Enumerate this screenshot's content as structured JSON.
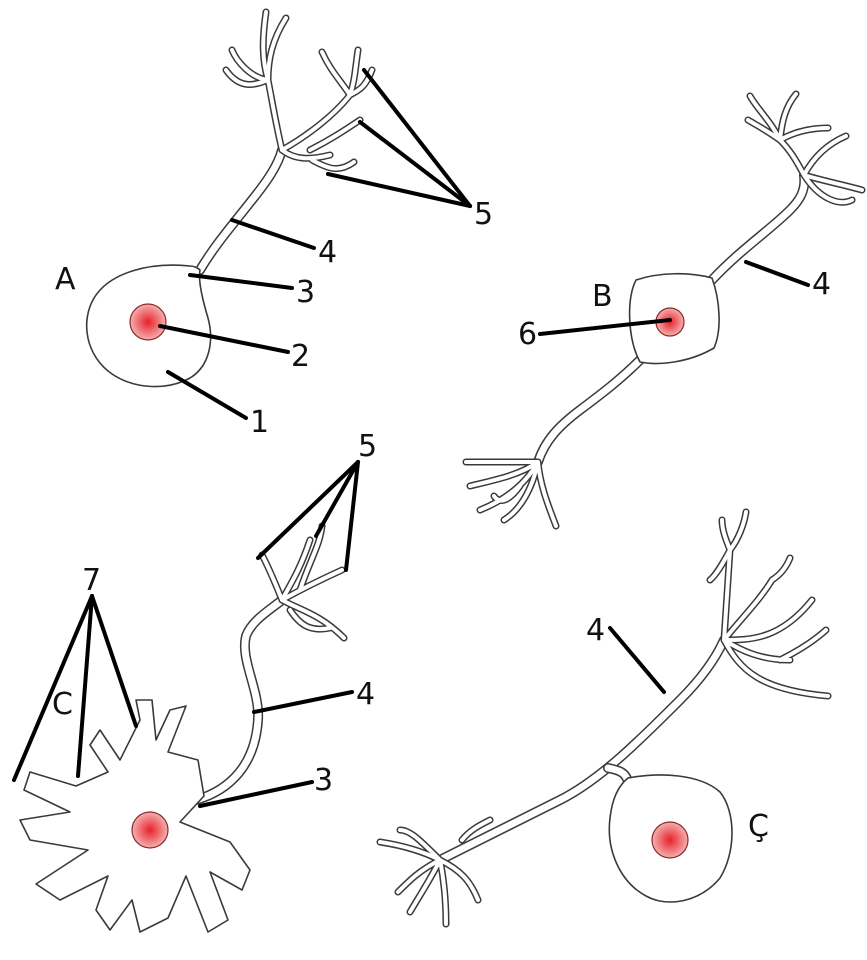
{
  "neurons": {
    "A": {
      "letter": "A",
      "labels": {
        "n1": "1",
        "n2": "2",
        "n3": "3",
        "n4": "4",
        "n5": "5"
      }
    },
    "B": {
      "letter": "B",
      "labels": {
        "n4": "4",
        "n6": "6"
      }
    },
    "C": {
      "letter": "C",
      "labels": {
        "n3": "3",
        "n4": "4",
        "n5": "5",
        "n7": "7"
      }
    },
    "D": {
      "letter": "Ç",
      "labels": {
        "n4": "4"
      }
    }
  },
  "colors": {
    "nucleus_center": "#e8212b",
    "nucleus_edge": "#f2a6a6",
    "outline": "#3a3a3a",
    "leader": "#000000"
  }
}
